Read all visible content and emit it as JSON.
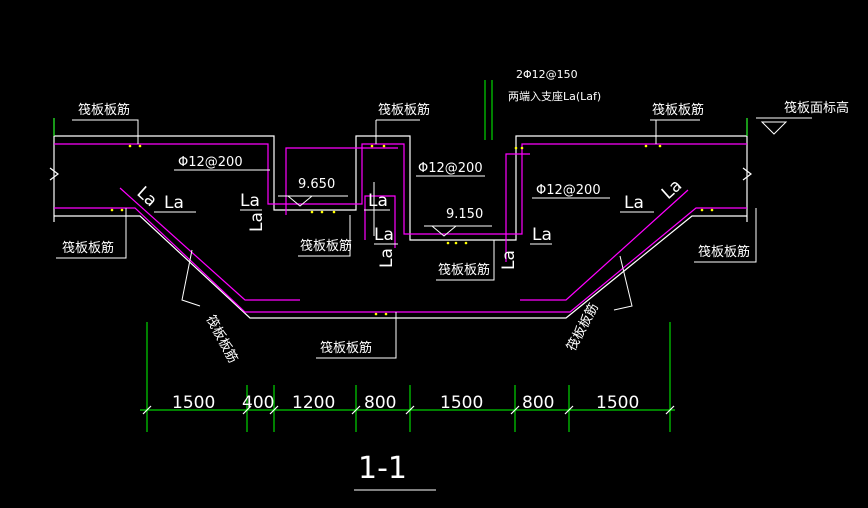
{
  "colors": {
    "background": "#000000",
    "concrete_outline": "#ffffff",
    "reinforcement": "#ff00ff",
    "dimension": "#00ff00",
    "label": "#ffffff",
    "bar_symbol": "#ffff00"
  },
  "labels": {
    "raft_rebar": "筏板板筋",
    "raft_top_elevation": "筏板面标高",
    "anchor_la": "La",
    "bar_spacing": "Φ12@200",
    "top_bar_note": "2Φ12@150",
    "end_support_note": "两端入支座La(Laf)",
    "elev_1": "9.650",
    "elev_2": "9.150",
    "section_title": "1-1"
  },
  "dimensions": [
    "1500",
    "400",
    "1200",
    "800",
    "1500",
    "800",
    "1500"
  ]
}
